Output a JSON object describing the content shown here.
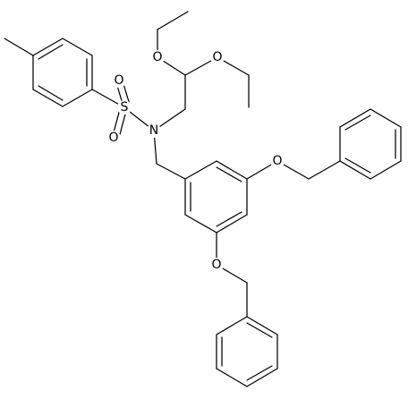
{
  "diagram": {
    "type": "chemical-structure",
    "line_color": "#000000",
    "background_color": "#ffffff",
    "atom_labels": {
      "sulfur": "S",
      "sulfonyl_oxygen_upper": "O",
      "sulfonyl_oxygen_lower": "O",
      "nitrogen": "N",
      "ethoxy_oxygen_upper": "O",
      "ethoxy_oxygen_right": "O",
      "benzyloxy_oxygen_upper": "O",
      "benzyloxy_oxygen_lower": "O"
    }
  }
}
